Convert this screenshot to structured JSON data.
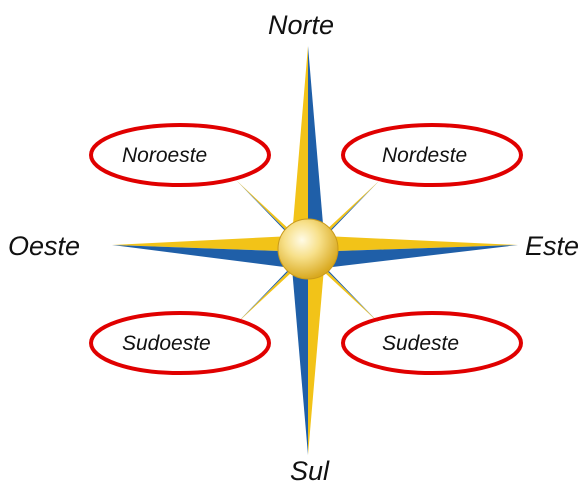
{
  "labels": {
    "norte": "Norte",
    "sul": "Sul",
    "oeste": "Oeste",
    "este": "Este",
    "noroeste": "Noroeste",
    "nordeste": "Nordeste",
    "sudoeste": "Sudoeste",
    "sudeste": "Sudeste"
  },
  "colors": {
    "blue": "#1f5fa8",
    "yellow": "#f2c318",
    "highlight_ellipse": "#e00000",
    "hub": "#f5d77a"
  },
  "highlighted": [
    "noroeste",
    "nordeste",
    "sudoeste",
    "sudeste"
  ]
}
